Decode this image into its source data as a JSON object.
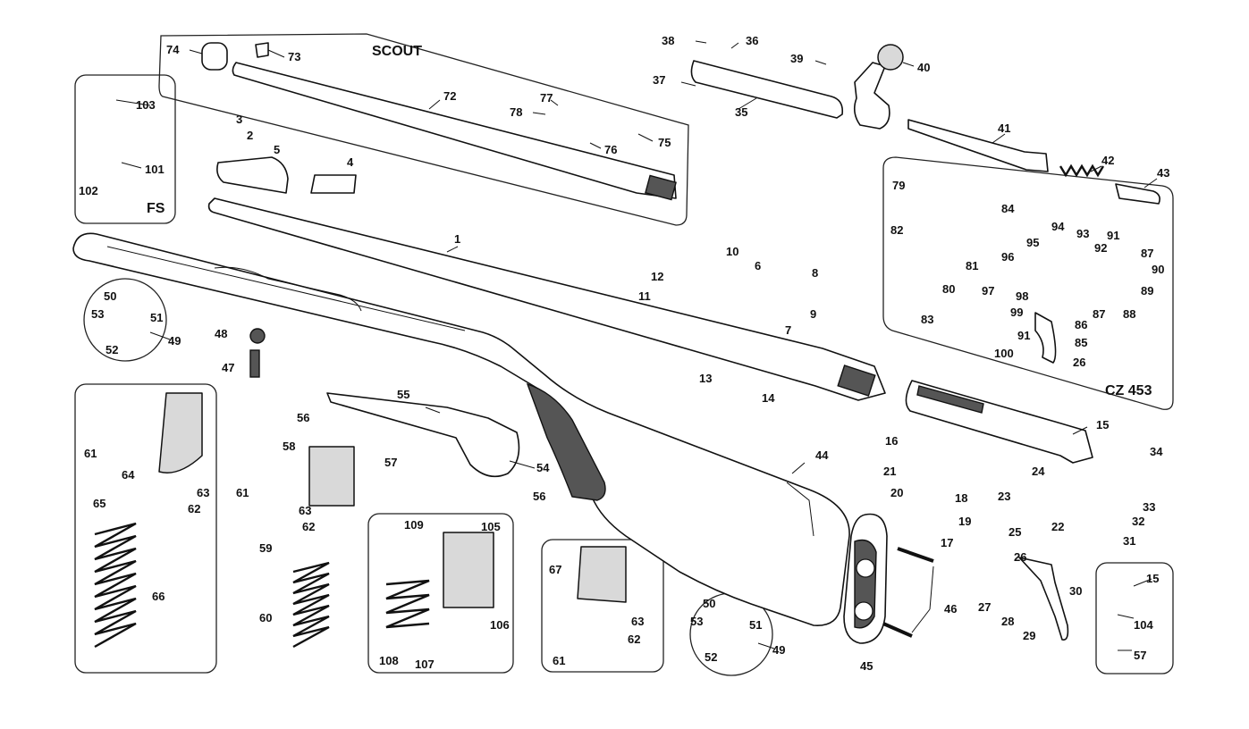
{
  "titles": {
    "scout": "SCOUT",
    "fs": "FS",
    "cz453": "CZ 453"
  },
  "labels": {
    "1": "1",
    "2": "2",
    "3": "3",
    "4": "4",
    "5": "5",
    "6": "6",
    "7": "7",
    "8": "8",
    "9": "9",
    "10": "10",
    "11": "11",
    "12": "12",
    "13": "13",
    "14": "14",
    "15a": "15",
    "15b": "15",
    "16": "16",
    "17": "17",
    "18": "18",
    "19": "19",
    "20": "20",
    "21": "21",
    "22": "22",
    "23": "23",
    "24": "24",
    "25": "25",
    "26a": "26",
    "26b": "26",
    "27": "27",
    "28": "28",
    "29": "29",
    "30": "30",
    "31": "31",
    "32": "32",
    "33": "33",
    "34": "34",
    "35": "35",
    "36": "36",
    "37": "37",
    "38": "38",
    "39": "39",
    "40": "40",
    "41": "41",
    "42": "42",
    "43": "43",
    "44": "44",
    "45": "45",
    "46": "46",
    "47": "47",
    "48": "48",
    "49a": "49",
    "49b": "49",
    "50a": "50",
    "50b": "50",
    "51a": "51",
    "51b": "51",
    "52a": "52",
    "52b": "52",
    "53a": "53",
    "53b": "53",
    "54": "54",
    "55": "55",
    "56a": "56",
    "56b": "56",
    "57a": "57",
    "57b": "57",
    "58": "58",
    "59": "59",
    "60": "60",
    "61a": "61",
    "61b": "61",
    "61c": "61",
    "62a": "62",
    "62b": "62",
    "62c": "62",
    "63a": "63",
    "63b": "63",
    "63c": "63",
    "64": "64",
    "65": "65",
    "66": "66",
    "67": "67",
    "72": "72",
    "73": "73",
    "74": "74",
    "75": "75",
    "76": "76",
    "77": "77",
    "78": "78",
    "79": "79",
    "80": "80",
    "81": "81",
    "82": "82",
    "83": "83",
    "84": "84",
    "85": "85",
    "86": "86",
    "87a": "87",
    "87b": "87",
    "88": "88",
    "89": "89",
    "90": "90",
    "91a": "91",
    "91b": "91",
    "92": "92",
    "93": "93",
    "94": "94",
    "95": "95",
    "96": "96",
    "97": "97",
    "98": "98",
    "99": "99",
    "100": "100",
    "101": "101",
    "102": "102",
    "103": "103",
    "104": "104",
    "105": "105",
    "106": "106",
    "107": "107",
    "108": "108",
    "109": "109"
  }
}
